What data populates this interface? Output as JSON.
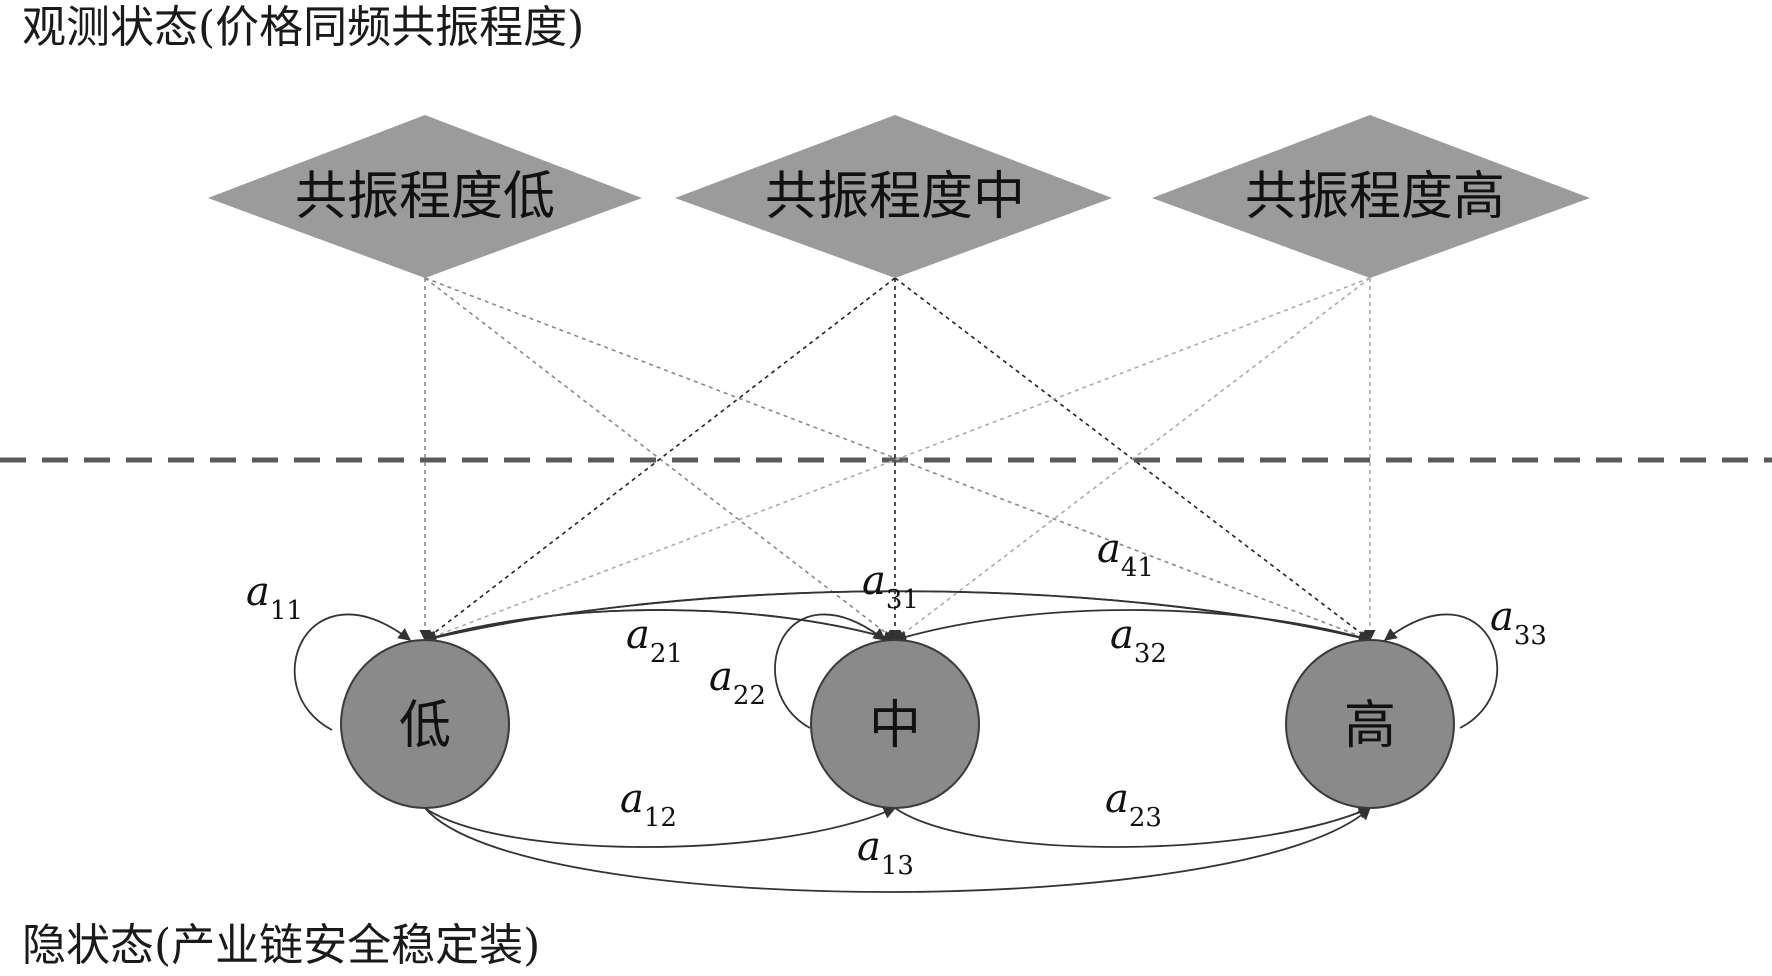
{
  "observed_heading": "观测状态(价格同频共振程度)",
  "hidden_heading": "隐状态(产业链安全稳定装)",
  "observations": [
    "共振程度低",
    "共振程度中",
    "共振程度高"
  ],
  "states": [
    "低",
    "中",
    "高"
  ],
  "transition_labels": [
    {
      "base": "a",
      "sub": "11"
    },
    {
      "base": "a",
      "sub": "21"
    },
    {
      "base": "a",
      "sub": "22"
    },
    {
      "base": "a",
      "sub": "31"
    },
    {
      "base": "a",
      "sub": "41"
    },
    {
      "base": "a",
      "sub": "32"
    },
    {
      "base": "a",
      "sub": "33"
    },
    {
      "base": "a",
      "sub": "12"
    },
    {
      "base": "a",
      "sub": "23"
    },
    {
      "base": "a",
      "sub": "13"
    }
  ],
  "colors": {
    "observation_fill": "#9b9b9b",
    "state_fill": "#8a8a8a",
    "state_stroke": "#3a3a3a",
    "divider": "#5a5a5a",
    "line": "#333333"
  }
}
